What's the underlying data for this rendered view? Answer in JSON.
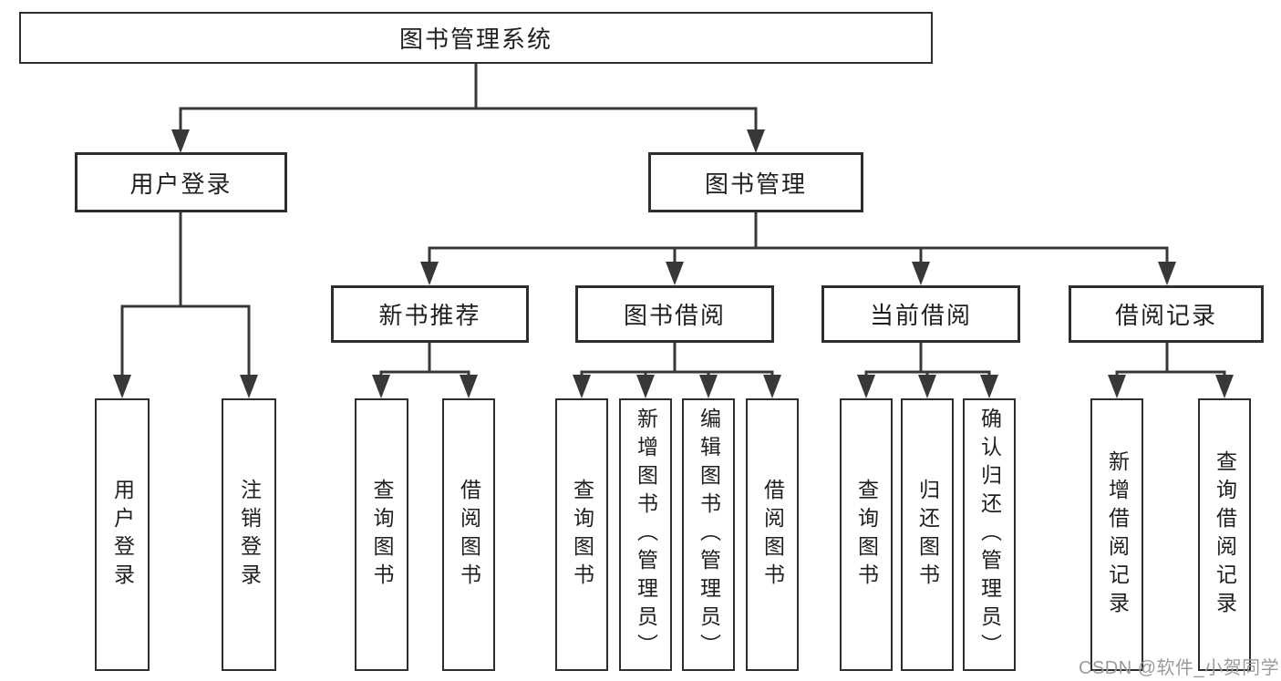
{
  "diagram": {
    "title": "图书管理系统",
    "level2": [
      {
        "label": "用户登录"
      },
      {
        "label": "图书管理"
      }
    ],
    "level3": [
      {
        "label": "新书推荐"
      },
      {
        "label": "图书借阅"
      },
      {
        "label": "当前借阅"
      },
      {
        "label": "借阅记录"
      }
    ],
    "leaves": [
      {
        "label": "用户登录"
      },
      {
        "label": "注销登录"
      },
      {
        "label": "查询图书"
      },
      {
        "label": "借阅图书"
      },
      {
        "label": "查询图书"
      },
      {
        "label": "新增图书（管理员）"
      },
      {
        "label": "编辑图书（管理员）"
      },
      {
        "label": "借阅图书"
      },
      {
        "label": "查询图书"
      },
      {
        "label": "归还图书"
      },
      {
        "label": "确认归还（管理员）"
      },
      {
        "label": "新增借阅记录"
      },
      {
        "label": "查询借阅记录"
      }
    ]
  },
  "watermark": {
    "text": "CSDN @软件_小贺同学",
    "color": "#9b9b9b"
  },
  "colors": {
    "line": "#383838",
    "box_border": "#2e2e2e",
    "box_fill": "#ffffff",
    "background": "#ffffff"
  }
}
